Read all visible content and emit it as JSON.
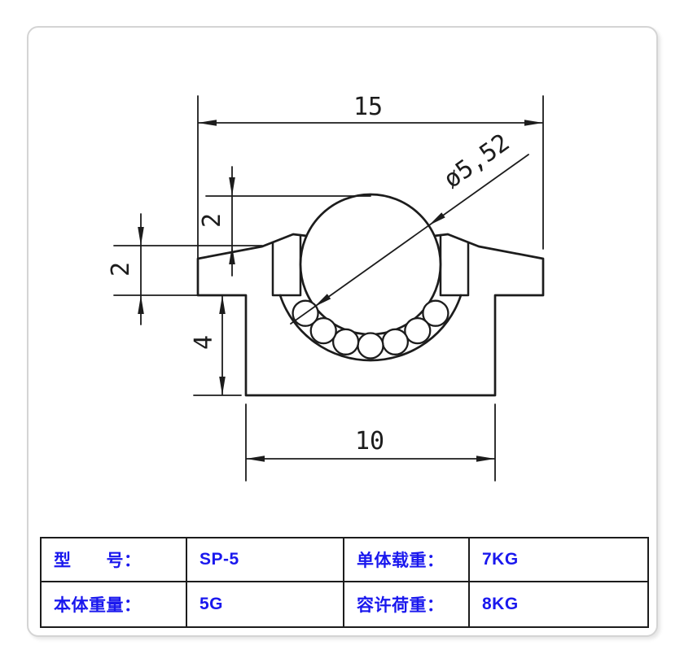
{
  "drawing": {
    "dim_width_top": "15",
    "dim_ball_diameter": "ø5,52",
    "dim_ball_protrusion": "2",
    "dim_flange_height": "2",
    "dim_body_depth": "4",
    "dim_width_bottom": "10"
  },
  "spec_table": {
    "rows": [
      {
        "label1": "型　　号：",
        "value1": "SP-5",
        "label2": "单体载重：",
        "value2": "7KG"
      },
      {
        "label1": "本体重量：",
        "value1": "5G",
        "label2": "容许荷重：",
        "value2": "8KG"
      }
    ]
  },
  "colors": {
    "text_blue": "#1a18ee",
    "line_dark": "#1c1c1c",
    "frame_gray": "#d4d4d4"
  }
}
